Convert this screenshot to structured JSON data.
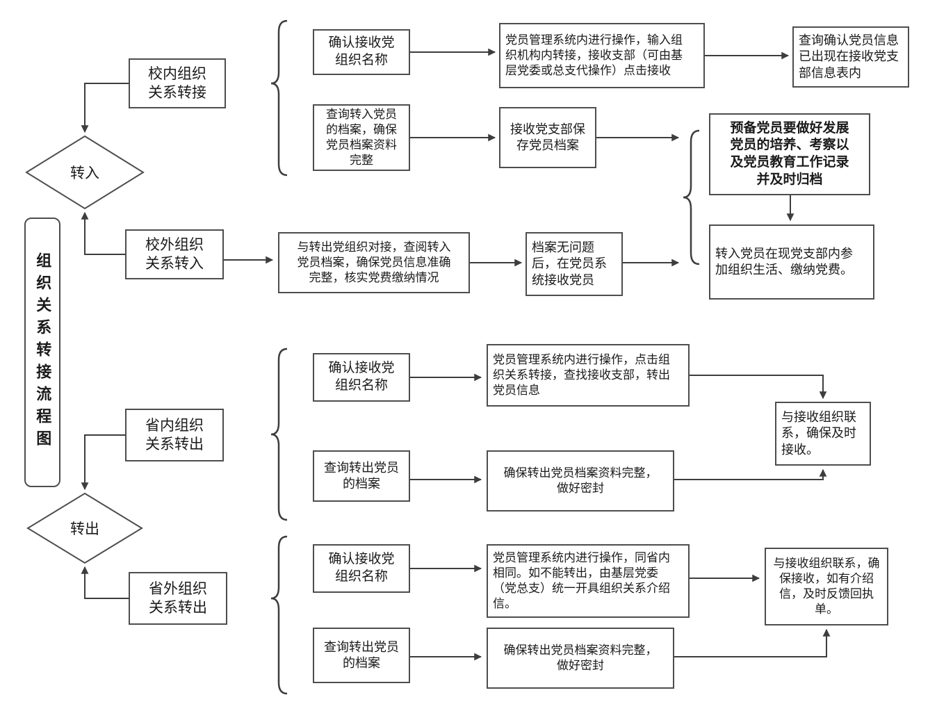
{
  "title": "组织关系转接流程图",
  "colors": {
    "line": "#3d3d3d",
    "box_border": "#4d4d4d",
    "text": "#1a1a1a",
    "background": "#ffffff"
  },
  "decisions": {
    "transfer_in": "转入",
    "transfer_out": "转出"
  },
  "categories": {
    "campus_internal": "校内组织\n关系转接",
    "campus_external": "校外组织\n关系转入",
    "province_internal": "省内组织\n关系转出",
    "province_external": "省外组织\n关系转出"
  },
  "campus_internal_flow": {
    "confirm_org": "确认接收党\n组织名称",
    "system_operate": "党员管理系统内进行操作，输入组\n织机构内转接，接收支部（可由基\n层党委或总支代操作）点击接收",
    "verify_info": "查询确认党员信息\n已出现在接收党支\n部信息表内",
    "query_archive": "查询转入党员\n的档案，确保\n党员档案资料\n完整",
    "save_archive": "接收党支部保\n存党员档案"
  },
  "transfer_in_results": {
    "probationary_note": "预备党员要做好发展\n党员的培养、考察以\n及党员教育工作记录\n并及时归档",
    "join_branch_life": "转入党员在现党支部内参\n加组织生活、缴纳党费。"
  },
  "campus_external_flow": {
    "dock_verify": "与转出党组织对接，查阅转入\n党员档案，确保党员信息准确\n完整，核实党费缴纳情况",
    "system_receive": "档案无问题\n后，在党员系\n统接收党员"
  },
  "province_internal_flow": {
    "confirm_org": "确认接收党\n组织名称",
    "system_operate": "党员管理系统内进行操作，点击组\n织关系转接，查找接收支部，转出\n党员信息",
    "contact_receiver": "与接收组织联\n系，确保及时\n接收。",
    "query_archive": "查询转出党员\n的档案",
    "seal_archive": "确保转出党员档案资料完整，\n做好密封"
  },
  "province_external_flow": {
    "confirm_org": "确认接收党\n组织名称",
    "system_operate": "党员管理系统内进行操作，同省内\n相同。如不能转出，由基层党委\n（党总支）统一开具组织关系介绍\n信。",
    "contact_receiver": "与接收组织联系，确\n保接收，如有介绍\n信，及时反馈回执\n单。",
    "query_archive": "查询转出党员\n的档案",
    "seal_archive": "确保转出党员档案资料完整，\n做好密封"
  }
}
